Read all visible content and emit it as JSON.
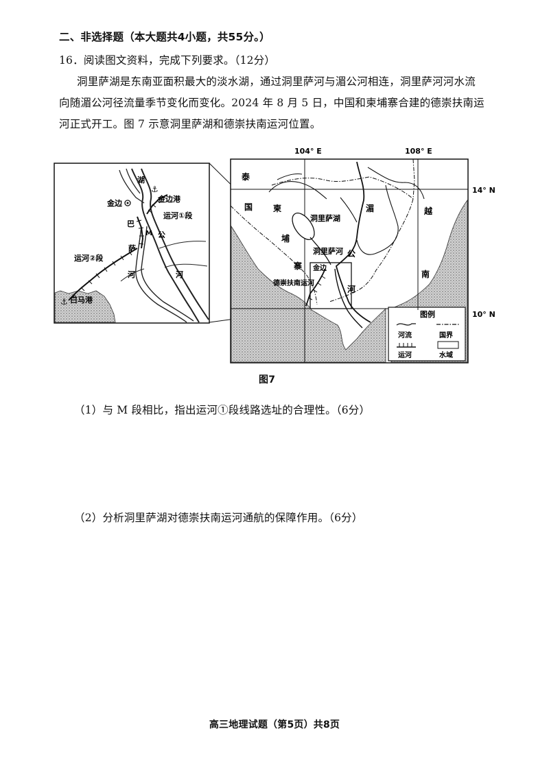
{
  "section": {
    "heading": "二、非选择题（本大题共4小题，共55分。）"
  },
  "question": {
    "header": "16．阅读图文资料，完成下列要求。（12分）",
    "paragraph_lines": [
      "洞里萨湖是东南亚面积最大的淡水湖，通过洞里萨河与湄公河相连，洞里萨河河水流",
      "向随湄公河径流量季节变化而变化。2024 年 8 月 5 日，中国和柬埔寨合建的德崇扶南运",
      "河正式开工。图 7 示意洞里萨湖和德崇扶南运河位置。"
    ]
  },
  "figure": {
    "caption": "图7",
    "coords": {
      "lon1": "104° E",
      "lon2": "108° E",
      "lat1": "14° N",
      "lat2": "10° N"
    },
    "main_map_labels": {
      "thailand_a": "泰",
      "thailand_b": "国",
      "cambodia_a": "柬",
      "cambodia_b": "埔",
      "cambodia_c": "寨",
      "lake": "洞里萨湖",
      "tonle_sap_river": "洞里萨河",
      "mekong_a": "湄",
      "mekong_b": "公",
      "mekong_c": "河",
      "vietnam_a": "越",
      "vietnam_b": "南",
      "phnom_penh": "金边",
      "canal": "德崇扶南运河"
    },
    "inset_labels": {
      "lake_char": "湖",
      "phnom_penh": "金边",
      "port": "金边港",
      "canal_seg1": "运河①段",
      "canal_seg2": "运河②段",
      "m_segment": "M",
      "bassac_a": "巴",
      "bassac_b": "萨",
      "bassac_c": "河",
      "mekong_a": "公",
      "mekong_b": "河",
      "kep": "白马港"
    },
    "legend": {
      "title": "图例",
      "river": "河流",
      "border": "国界",
      "canal": "运河",
      "water": "水域"
    }
  },
  "sub_questions": [
    "（1）与 M 段相比，指出运河①段线路选址的合理性。（6分）",
    "（2）分析洞里萨湖对德崇扶南运河通航的保障作用。（6分）"
  ],
  "footer": "高三地理试题（第5页）共8页"
}
